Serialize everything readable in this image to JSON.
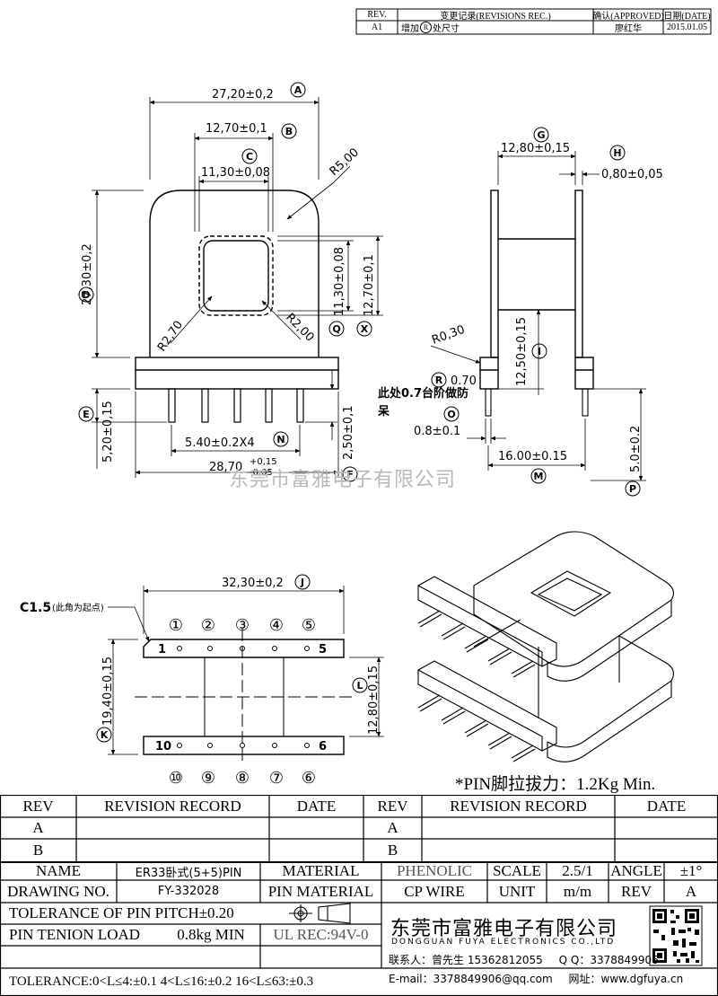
{
  "revision_header": {
    "columns": [
      "REV.",
      "变更记录(REVISIONS REC.)",
      "确认(APPROVED)",
      "日期(DATE)"
    ],
    "rows": [
      {
        "rev": "A1",
        "record_pre": "增加",
        "record_mark": "R",
        "record_post": "处尺寸",
        "approved": "廖红华",
        "date": "2015.01.05"
      }
    ]
  },
  "front_view": {
    "dim_A": "27,20±0,2",
    "dim_B": "12,70±0,1",
    "dim_C": "11,30±0,08",
    "dim_D": "27,30±0,2",
    "dim_R5": "R5,00",
    "dim_R270": "R2,70",
    "dim_R200": "R2,00",
    "dim_Q": "11,30±0,08",
    "dim_X": "12,70±0,1",
    "dim_E": "5,20±0,15",
    "dim_N": "5.40±0.2X4",
    "dim_F": "2,50±0,1",
    "dim_overall_base": "28,70",
    "dim_overall_tol_plus": "+0,15",
    "dim_overall_tol_minus": "-0,05",
    "letters": {
      "A": "A",
      "B": "B",
      "C": "C",
      "D": "D",
      "E": "E",
      "F": "F",
      "N": "N",
      "Q": "Q",
      "X": "X"
    }
  },
  "side_view": {
    "dim_G": "12,80±0,15",
    "dim_H": "0,80±0,05",
    "dim_R030": "R0,30",
    "dim_R070": "0.70",
    "dim_I": "12,50±0,15",
    "dim_O": "0.8±0.1",
    "dim_M": "16.00±0.15",
    "dim_P": "5.0±0.2",
    "note_line1": "此处0.7台阶做防",
    "note_line2": "呆",
    "letters": {
      "G": "G",
      "H": "H",
      "I": "I",
      "O": "O",
      "M": "M",
      "P": "P",
      "R": "R"
    }
  },
  "watermark": "东莞市富雅电子有限公司",
  "bottom_view": {
    "dim_J": "32,30±0,2",
    "dim_K": "19,40±0,15",
    "dim_L": "12,80±0,15",
    "corner_label": "C1.5",
    "corner_note": "(此角为起点)",
    "top_pins": [
      "①",
      "②",
      "③",
      "④",
      "⑤"
    ],
    "bottom_pins": [
      "⑩",
      "⑨",
      "⑧",
      "⑦",
      "⑥"
    ],
    "pin_1": "1",
    "pin_5": "5",
    "pin_10": "10",
    "pin_6": "6",
    "letters": {
      "J": "J",
      "K": "K",
      "L": "L"
    }
  },
  "pull_force_note": "*PIN脚拉拔力：1.2Kg Min.",
  "title_block": {
    "rev_header": {
      "rev": "REV",
      "record": "REVISION RECORD",
      "date": "DATE"
    },
    "rev_rows": [
      "A",
      "B"
    ],
    "name_label": "NAME",
    "name_value": "ER33卧式(5+5)PIN",
    "material_label": "MATERIAL",
    "material_value": "PHENOLIC",
    "scale_label": "SCALE",
    "scale_value": "2.5/1",
    "angle_label": "ANGLE",
    "angle_value": "±1°",
    "drawing_label": "DRAWING NO.",
    "drawing_value": "FY-332028",
    "pin_material_label": "PIN MATERIAL",
    "pin_material_value": "CP WIRE",
    "unit_label": "UNIT",
    "unit_value": "m/m",
    "rev_label": "REV",
    "rev_value": "A",
    "tolerance_pitch": "TOLERANCE OF PIN PITCH±0.20",
    "pin_tension_label": "PIN TENION LOAD",
    "pin_tension_value": "0.8kg MIN",
    "ul_rec": "UL REC:94V-0",
    "tolerance_general": "TOLERANCE:0<L≤4:±0.1  4<L≤16:±0.2  16<L≤63:±0.3",
    "company_cn": "东莞市富雅电子有限公司",
    "company_en": "DONGGUAN FUYA ELECTRONICS CO.,LTD",
    "contact_label": "联系人：",
    "contact_value": "曾先生 15362812055",
    "qq_label": "Q Q：",
    "qq_value": "3378849906",
    "email_label": "E-mail：",
    "email_value": "3378849906@qq.com",
    "web_label": "网址：",
    "web_value": "www.dgfuya.cn"
  }
}
